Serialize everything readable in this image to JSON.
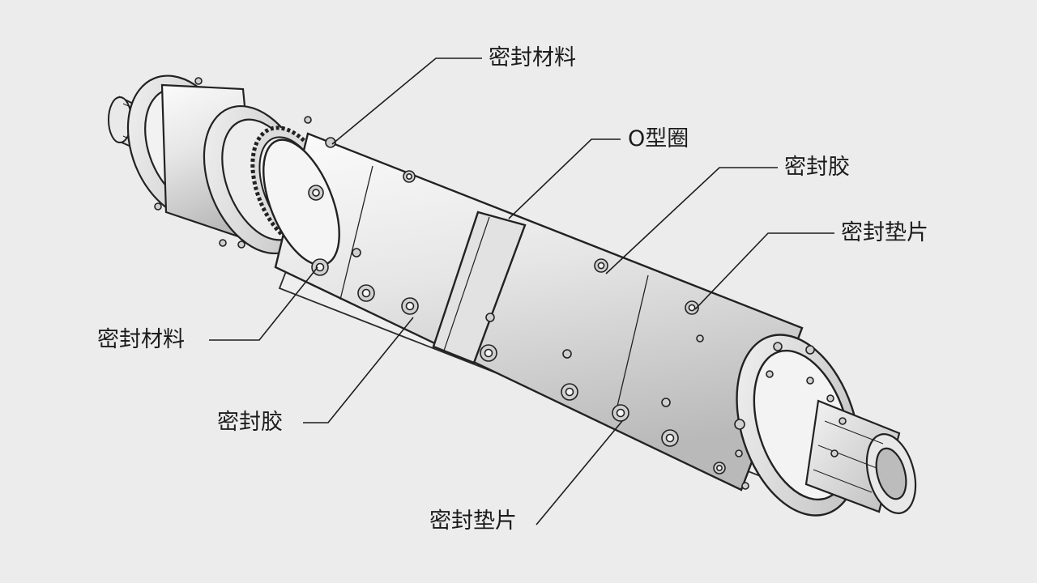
{
  "callouts": {
    "top_seal_material": "密封材料",
    "o_ring": "O型圈",
    "top_sealant": "密封胶",
    "top_gasket": "密封垫片",
    "left_seal_material": "密封材料",
    "left_sealant": "密封胶",
    "bottom_gasket": "密封垫片"
  },
  "colors": {
    "background": "#ececec",
    "ink": "#1c1c1c",
    "metal_light": "#f7f7f7",
    "metal_mid": "#d8d8d8",
    "metal_dark": "#9a9a9a"
  }
}
